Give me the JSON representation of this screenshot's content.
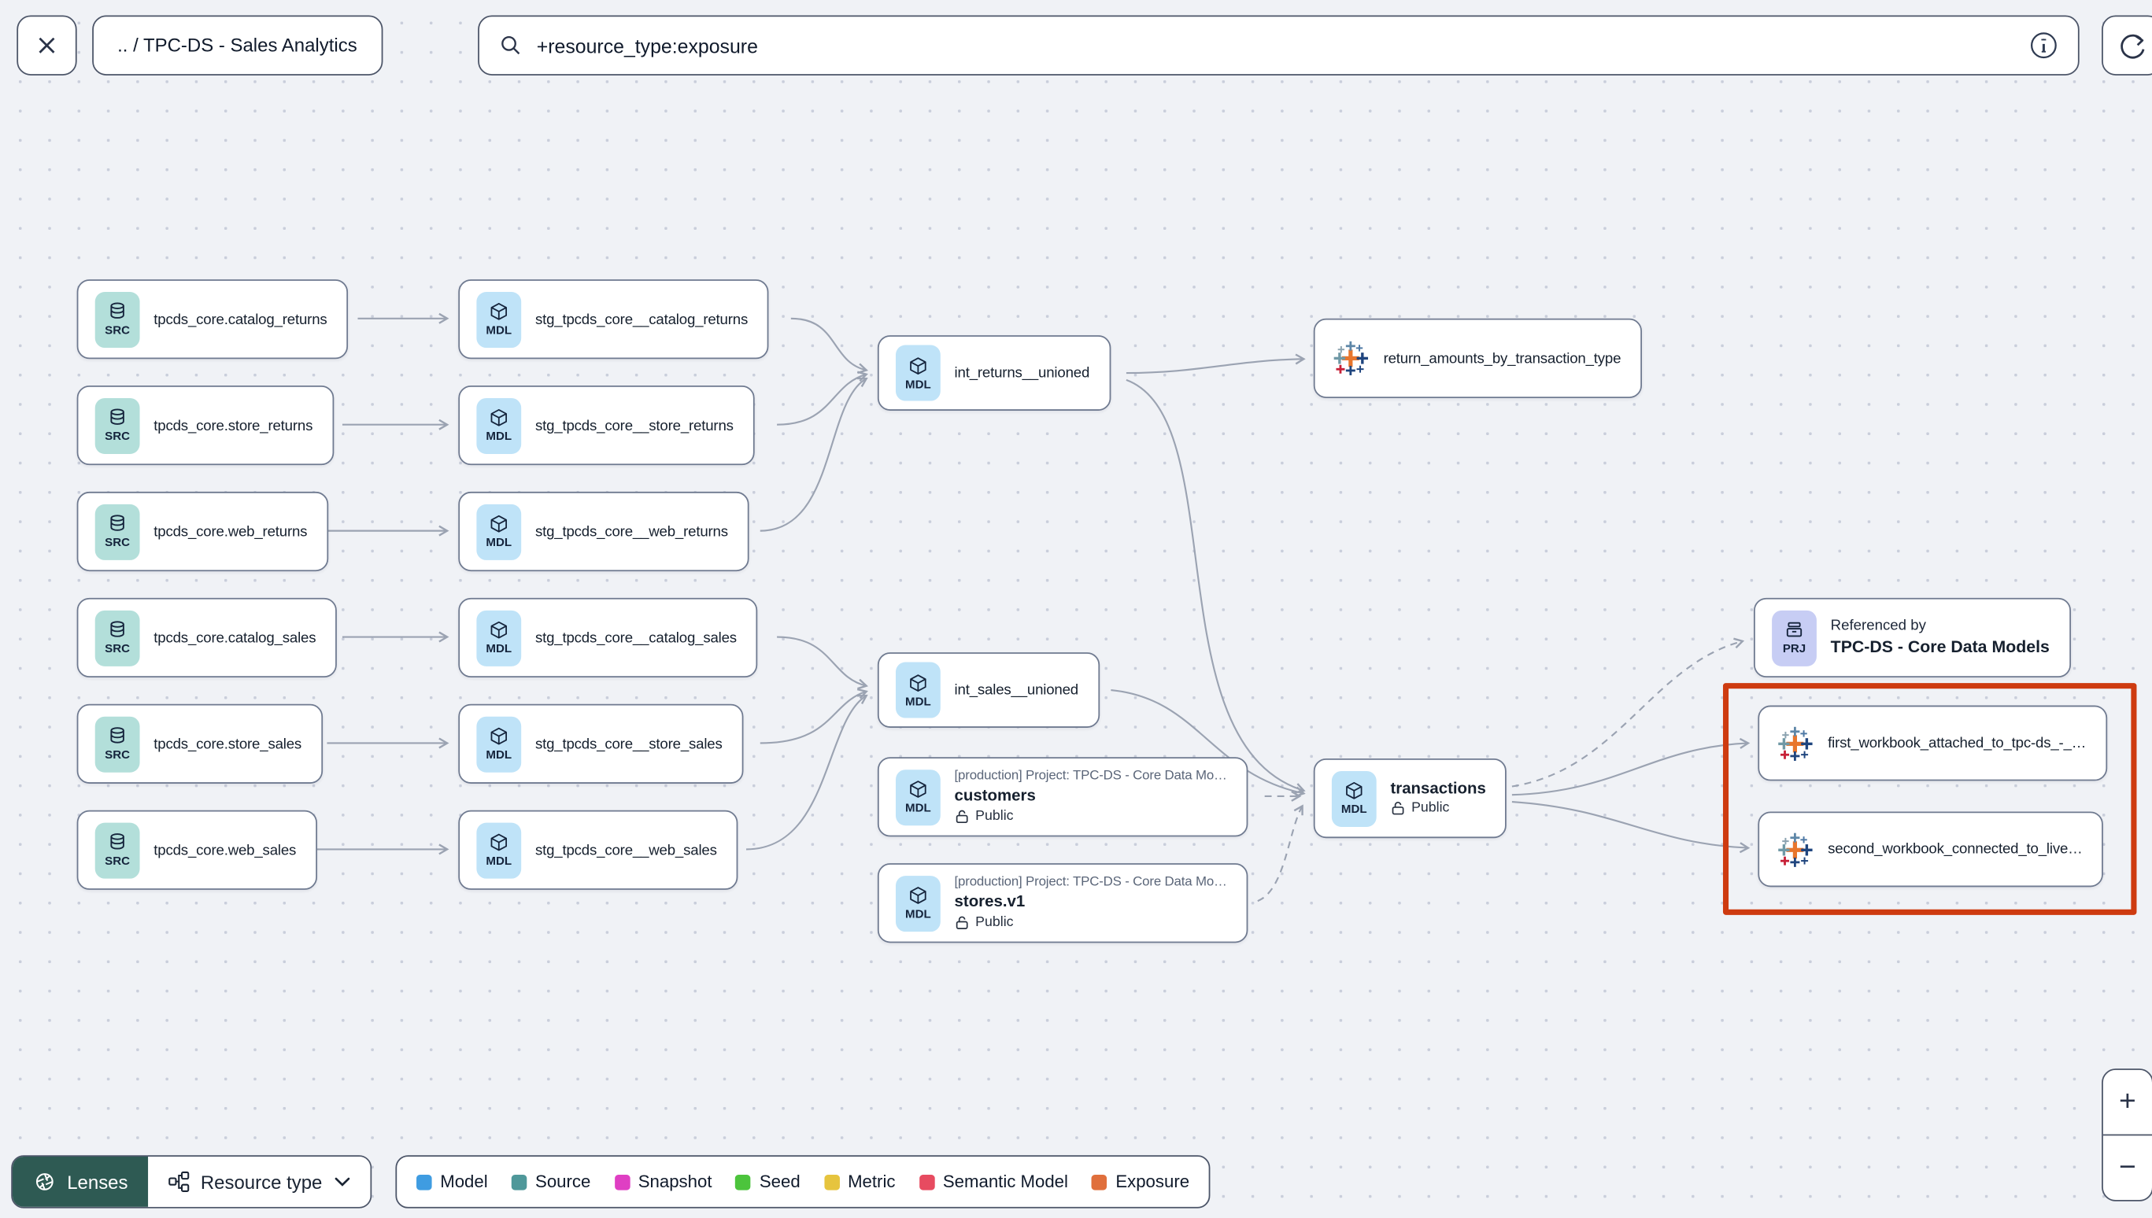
{
  "header": {
    "breadcrumb": ".. / TPC-DS - Sales Analytics",
    "search": {
      "value": "+resource_type:exposure"
    }
  },
  "badges": {
    "source": "SRC",
    "model": "MDL",
    "project": "PRJ"
  },
  "nodes": {
    "sources": [
      {
        "label": "tpcds_core.catalog_returns"
      },
      {
        "label": "tpcds_core.store_returns"
      },
      {
        "label": "tpcds_core.web_returns"
      },
      {
        "label": "tpcds_core.catalog_sales"
      },
      {
        "label": "tpcds_core.store_sales"
      },
      {
        "label": "tpcds_core.web_sales"
      }
    ],
    "staging_models": [
      {
        "label": "stg_tpcds_core__catalog_returns"
      },
      {
        "label": "stg_tpcds_core__store_returns"
      },
      {
        "label": "stg_tpcds_core__web_returns"
      },
      {
        "label": "stg_tpcds_core__catalog_sales"
      },
      {
        "label": "stg_tpcds_core__store_sales"
      },
      {
        "label": "stg_tpcds_core__web_sales"
      }
    ],
    "intermediate_models": [
      {
        "label": "int_returns__unioned"
      },
      {
        "label": "int_sales__unioned"
      }
    ],
    "exposure": {
      "label": "return_amounts_by_transaction_type"
    },
    "public_models": [
      {
        "project": "[production] Project: TPC-DS - Core Data Mo…",
        "label": "customers",
        "access": "Public"
      },
      {
        "project": "[production] Project: TPC-DS - Core Data Mo…",
        "label": "stores.v1",
        "access": "Public"
      },
      {
        "label": "transactions",
        "access": "Public"
      }
    ],
    "referenced_by": {
      "title": "Referenced by",
      "label": "TPC-DS - Core Data Models"
    },
    "workbooks": [
      {
        "label": "first_workbook_attached_to_tpc-ds_-_…"
      },
      {
        "label": "second_workbook_connected_to_live…"
      }
    ]
  },
  "footer": {
    "lenses_label": "Lenses",
    "resource_type_label": "Resource type",
    "legend": [
      {
        "label": "Model",
        "color": "#3f9ce1"
      },
      {
        "label": "Source",
        "color": "#4f989a"
      },
      {
        "label": "Snapshot",
        "color": "#df3fc3"
      },
      {
        "label": "Seed",
        "color": "#4cc43c"
      },
      {
        "label": "Metric",
        "color": "#e6c43e"
      },
      {
        "label": "Semantic Model",
        "color": "#e74b60"
      },
      {
        "label": "Exposure",
        "color": "#e06f3c"
      }
    ]
  },
  "zoom_controls": {
    "zoom_in": "+",
    "zoom_out": "−"
  }
}
